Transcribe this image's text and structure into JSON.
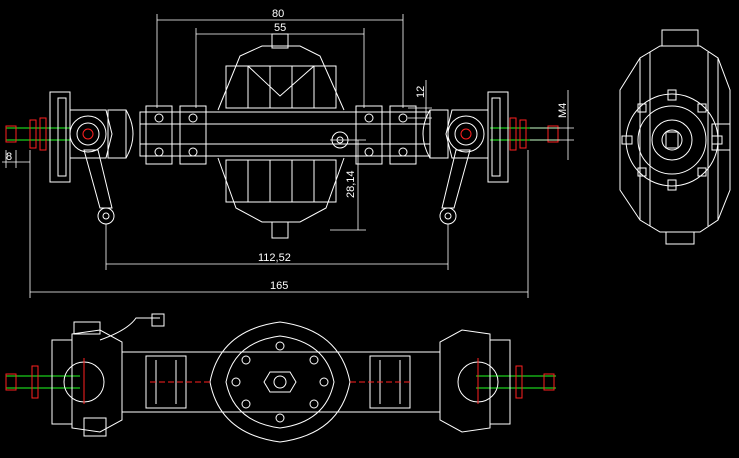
{
  "drawing": {
    "background": "#000000",
    "line_color": "#ffffff",
    "accent_red": "#ff2020",
    "accent_green": "#20ff20",
    "accent_yellow": "#ffff00"
  },
  "dimensions": {
    "overall_width": "80",
    "inner_width": "55",
    "height_right": "12",
    "vertical_center": "28,14",
    "mount_span": "112,52",
    "total_length": "165",
    "left_small": "8",
    "thread": "M4"
  }
}
